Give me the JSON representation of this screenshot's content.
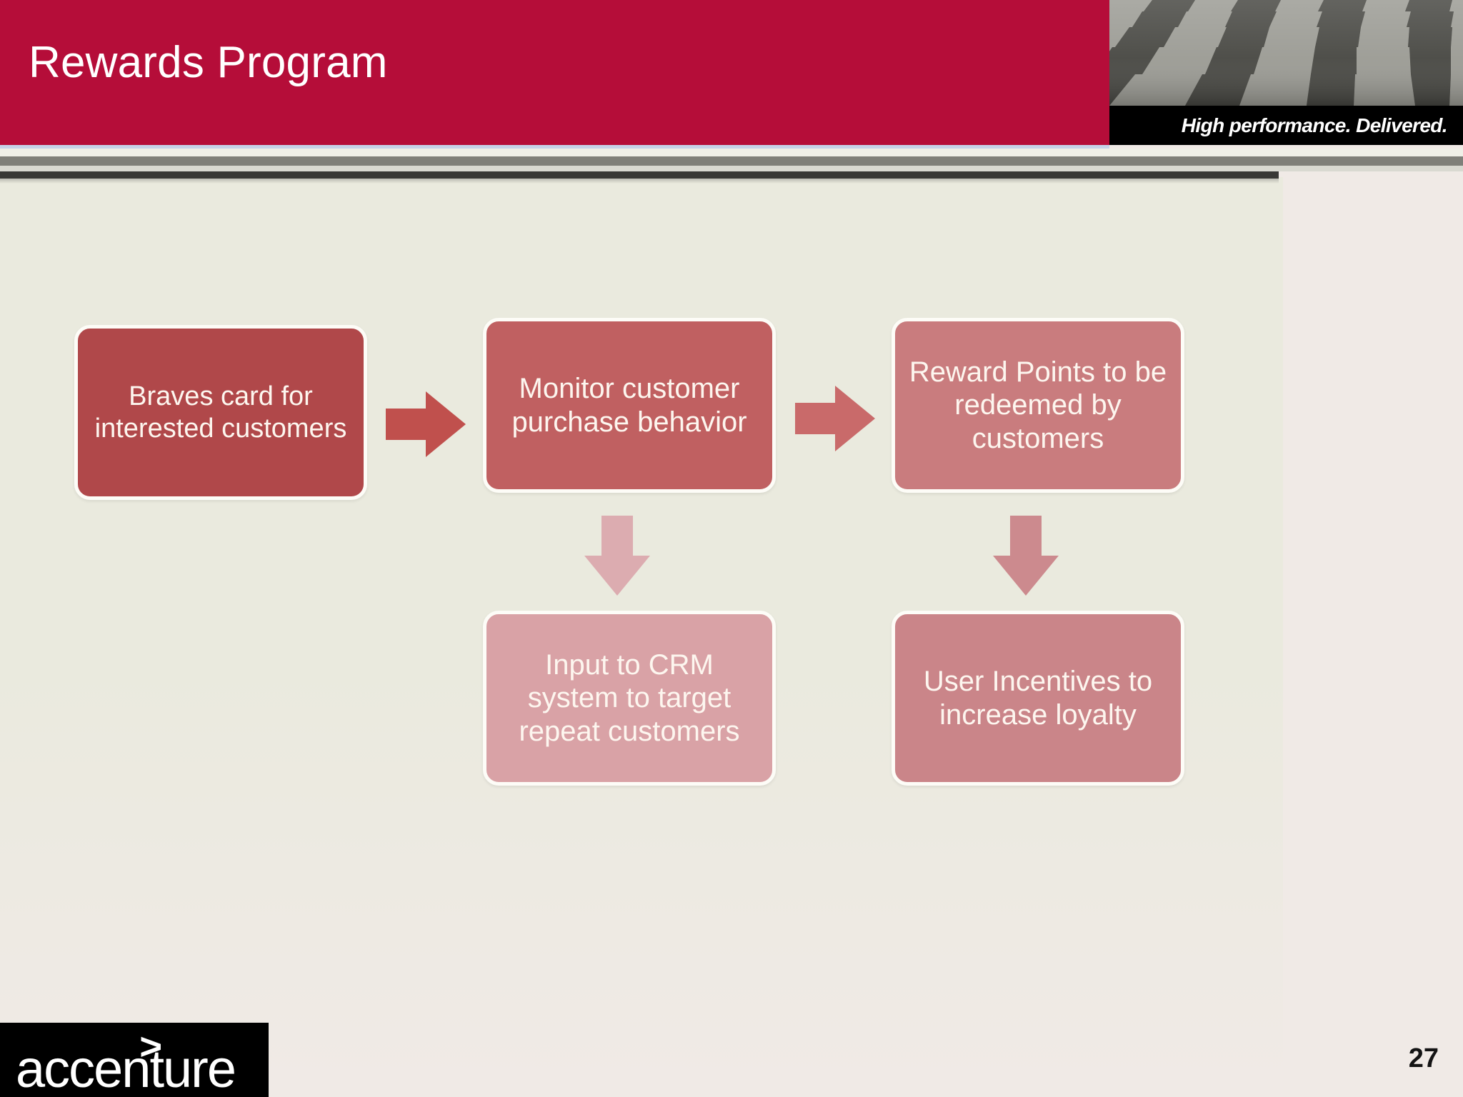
{
  "slide": {
    "title": "Rewards Program",
    "page_number": "27",
    "brand": {
      "name": "accenture",
      "caret": ">",
      "tagline": "High performance. Delivered.",
      "red": "#b50d39",
      "black": "#000000"
    },
    "background": {
      "panel_left": "#eaeade",
      "panel_right": "#f0eae6"
    },
    "header_image": {
      "name": "checkered-field-photo",
      "description": "grayscale perspective view of a mowed checkerboard field"
    }
  },
  "diagram": {
    "type": "flowchart",
    "nodes": [
      {
        "id": "braves",
        "label": "Braves card for interested customers",
        "color": "#b0484a",
        "row": 1,
        "col": 1
      },
      {
        "id": "monitor",
        "label": "Monitor customer purchase behavior",
        "color": "#c06061",
        "row": 1,
        "col": 2
      },
      {
        "id": "reward",
        "label": "Reward Points to be redeemed by customers",
        "color": "#c97c7e",
        "row": 1,
        "col": 3
      },
      {
        "id": "crm",
        "label": "Input to CRM system to target repeat customers",
        "color": "#d9a2a6",
        "row": 2,
        "col": 2
      },
      {
        "id": "incent",
        "label": "User Incentives to increase loyalty",
        "color": "#ca8589",
        "row": 2,
        "col": 3
      }
    ],
    "arrows": [
      {
        "id": "arrow-1",
        "from": "braves",
        "to": "monitor",
        "direction": "right",
        "color": "#c0504d"
      },
      {
        "id": "arrow-2",
        "from": "monitor",
        "to": "reward",
        "direction": "right",
        "color": "#c96a6a"
      },
      {
        "id": "arrow-3",
        "from": "monitor",
        "to": "crm",
        "direction": "down",
        "color": "#dcacb0"
      },
      {
        "id": "arrow-4",
        "from": "reward",
        "to": "incent",
        "direction": "down",
        "color": "#cc8a8e"
      }
    ]
  }
}
